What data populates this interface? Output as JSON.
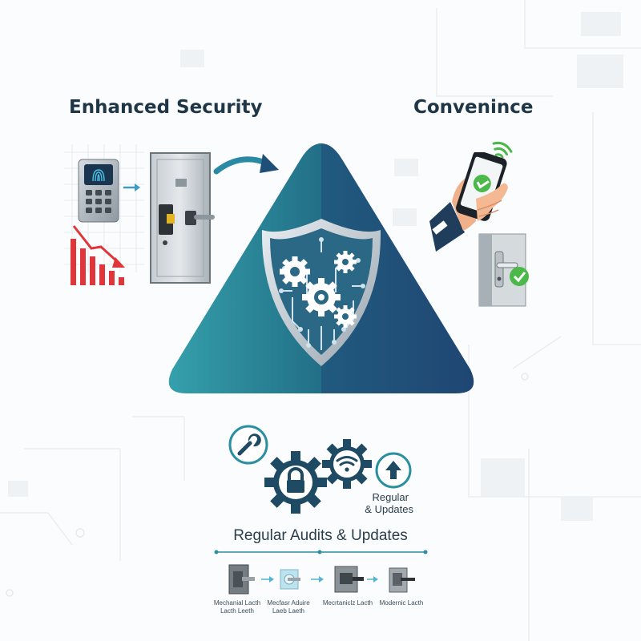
{
  "headings": {
    "security": "Enhanced Security",
    "convenience": "Convenince"
  },
  "regular_updates_label": {
    "line1": "Regular",
    "line2": "& Updates"
  },
  "audits_title": "Regular Audits & Updates",
  "latch_steps": [
    {
      "line1": "Mechanial Lacth",
      "line2": "Lacth Leeth"
    },
    {
      "line1": "Mecfasr Aduire",
      "line2": "Laeb Laeth"
    },
    {
      "line1": "Mecrtaniclz Lacth",
      "line2": ""
    },
    {
      "line1": "Modernic Lacth",
      "line2": ""
    }
  ],
  "colors": {
    "triangle_light": "#2f93a3",
    "triangle_dark": "#1f4f78",
    "icon_navy": "#1f4a63",
    "icon_teal": "#2a8fa0",
    "alert_red": "#e0363a",
    "check_green": "#4cb84a",
    "heading_text": "#1e3646"
  },
  "icons": [
    "fingerprint-keypad-icon",
    "steel-door-icon",
    "declining-bars-icon",
    "curved-arrow-icon",
    "shield-gears-icon",
    "smartphone-hand-icon",
    "wifi-signal-icon",
    "door-handle-check-icon",
    "wrench-icon",
    "lock-gear-icon",
    "wifi-gear-icon",
    "upload-arrow-icon"
  ]
}
